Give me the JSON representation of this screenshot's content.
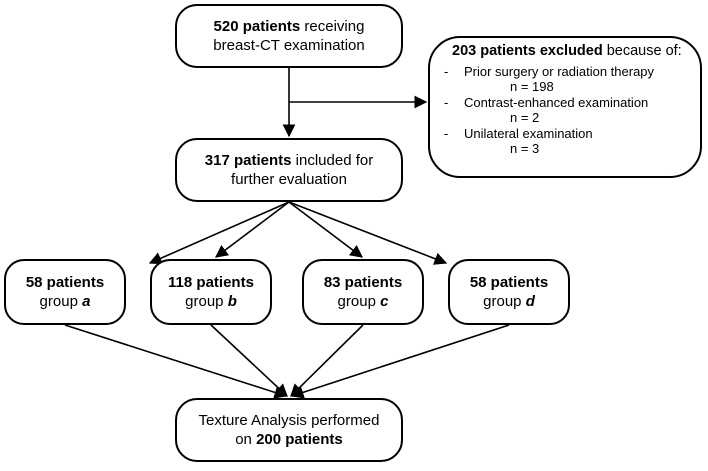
{
  "flowchart": {
    "start": {
      "bold": "520 patients",
      "rest": " receiving",
      "line2": "breast-CT examination"
    },
    "excluded": {
      "bold": "203 patients excluded",
      "rest": " because of:",
      "reasons": [
        {
          "dash": "-",
          "label": "Prior surgery or radiation therapy",
          "count": "n = 198"
        },
        {
          "dash": "-",
          "label": "Contrast-enhanced examination",
          "count": "n = 2"
        },
        {
          "dash": "-",
          "label": "Unilateral examination",
          "count": "n = 3"
        }
      ]
    },
    "included": {
      "bold": "317 patients",
      "rest": " included for",
      "line2": "further evaluation"
    },
    "groups": [
      {
        "count": "58 patients",
        "prefix": "group ",
        "letter": "a"
      },
      {
        "count": "118 patients",
        "prefix": "group ",
        "letter": "b"
      },
      {
        "count": "83 patients",
        "prefix": "group ",
        "letter": "c"
      },
      {
        "count": "58 patients",
        "prefix": "group ",
        "letter": "d"
      }
    ],
    "final": {
      "line1": "Texture Analysis performed",
      "prefix": "on ",
      "bold": "200 patients"
    }
  }
}
